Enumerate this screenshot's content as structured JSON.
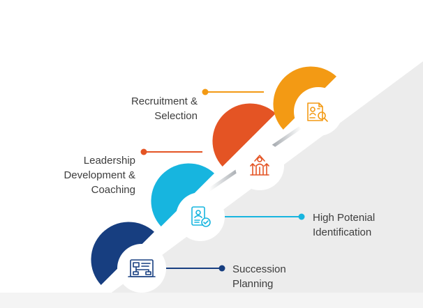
{
  "steps": [
    {
      "name": "recruitment",
      "label_lines": [
        "Recruitment &",
        "Selection"
      ],
      "color": "#f39a14",
      "icon": "candidate-search-icon"
    },
    {
      "name": "leadership",
      "label_lines": [
        "Leadership",
        "Development &",
        "Coaching"
      ],
      "color": "#e45424",
      "icon": "growth-figure-icon"
    },
    {
      "name": "potential",
      "label_lines": [
        "High Potenial",
        "Identification"
      ],
      "color": "#17b5df",
      "icon": "profile-check-icon"
    },
    {
      "name": "succession",
      "label_lines": [
        "Succession",
        "Planning"
      ],
      "color": "#173e80",
      "icon": "org-chart-icon"
    }
  ],
  "background": {
    "wedge_color": "#ececec",
    "band_color": "#f4f4f4"
  }
}
